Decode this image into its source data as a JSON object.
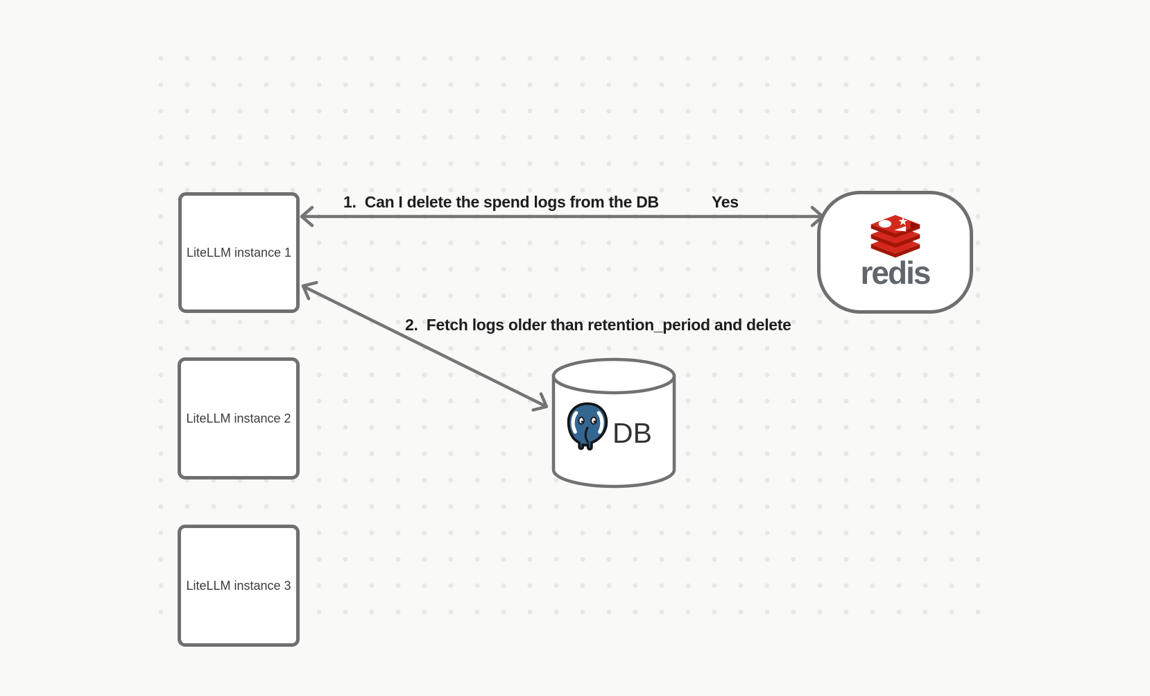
{
  "diagram": {
    "instances": [
      {
        "label": "LiteLLM instance 1"
      },
      {
        "label": "LiteLLM instance 2"
      },
      {
        "label": "LiteLLM instance 3"
      }
    ],
    "redis": {
      "wordmark": "redis",
      "icon": "redis-logo-icon"
    },
    "db": {
      "label": "DB",
      "icon": "postgresql-elephant-icon"
    },
    "arrows": [
      {
        "from": "redis",
        "to": "LiteLLM instance 1",
        "label": "1.  Can I delete the spend logs from the DB",
        "response": "Yes"
      },
      {
        "from": "LiteLLM instance 1",
        "to": "DB",
        "label": "2.  Fetch logs older than retention_period and delete"
      }
    ],
    "colors": {
      "canvas_background": "#f9f9f8",
      "grid_dot": "#e7e7e6",
      "shape_stroke": "#6f6f6f",
      "shape_fill": "#ffffff",
      "arrow_stroke": "#757575",
      "label_text": "#1d1d1d",
      "box_label_text": "#3b3b3b",
      "redis_red": "#d5281c",
      "redis_dark_red": "#a21507",
      "redis_wordmark_gray": "#62666a",
      "postgres_blue": "#336791",
      "db_label_text": "#333333"
    }
  }
}
